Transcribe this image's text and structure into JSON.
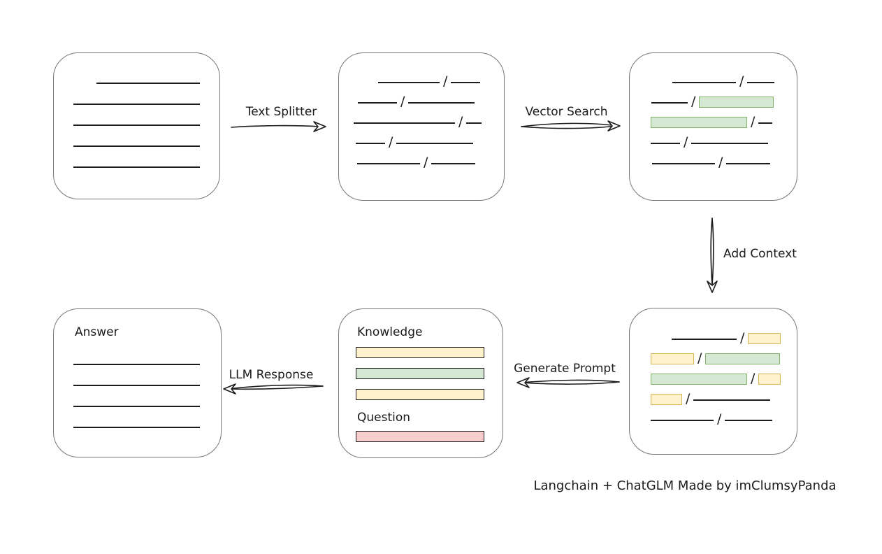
{
  "caption": "Langchain + ChatGLM Made by imClumsyPanda",
  "slash": "/",
  "arrows": {
    "text_splitter": "Text Splitter",
    "vector_search": "Vector Search",
    "add_context": "Add Context",
    "generate_prompt": "Generate Prompt",
    "llm_response": "LLM Response"
  },
  "colors": {
    "line": "#1c1c1c",
    "box_stroke": "#777777",
    "green_fill": "#d5e8d4",
    "green_stroke": "#82b366",
    "yellow_fill": "#fff2cc",
    "yellow_stroke": "#d6b656",
    "red_fill": "#f8cecc",
    "red_stroke": "#b85450"
  },
  "boxes": {
    "document": {
      "rows": [
        {
          "indent": 33,
          "segs": [
            [
              "line",
              148
            ]
          ]
        },
        {
          "indent": 0,
          "segs": [
            [
              "line",
              181
            ]
          ]
        },
        {
          "indent": 0,
          "segs": [
            [
              "line",
              181
            ]
          ]
        },
        {
          "indent": 0,
          "segs": [
            [
              "line",
              181
            ]
          ]
        },
        {
          "indent": 0,
          "segs": [
            [
              "line",
              181
            ]
          ]
        }
      ]
    },
    "chunks": {
      "rows": [
        {
          "indent": 36,
          "segs": [
            [
              "line",
              88
            ],
            [
              "slash"
            ],
            [
              "line",
              42
            ]
          ]
        },
        {
          "indent": 7,
          "segs": [
            [
              "line",
              56
            ],
            [
              "slash"
            ],
            [
              "line",
              95
            ]
          ]
        },
        {
          "indent": 1,
          "segs": [
            [
              "line",
              145
            ],
            [
              "slash"
            ],
            [
              "line",
              22
            ]
          ]
        },
        {
          "indent": 4,
          "segs": [
            [
              "line",
              42
            ],
            [
              "slash"
            ],
            [
              "line",
              110
            ]
          ]
        },
        {
          "indent": 6,
          "segs": [
            [
              "line",
              90
            ],
            [
              "slash"
            ],
            [
              "line",
              63
            ]
          ]
        }
      ]
    },
    "retrieved_chunks": {
      "rows": [
        {
          "indent": 41,
          "segs": [
            [
              "line",
              91
            ],
            [
              "slash"
            ],
            [
              "line",
              39
            ]
          ]
        },
        {
          "indent": 11,
          "segs": [
            [
              "line",
              52
            ],
            [
              "slash"
            ],
            [
              "green",
              107
            ]
          ]
        },
        {
          "indent": 10,
          "segs": [
            [
              "green",
              138
            ],
            [
              "slash"
            ],
            [
              "line",
              20
            ]
          ]
        },
        {
          "indent": 10,
          "segs": [
            [
              "line",
              42
            ],
            [
              "slash"
            ],
            [
              "line",
              110
            ]
          ]
        },
        {
          "indent": 12,
          "segs": [
            [
              "line",
              90
            ],
            [
              "slash"
            ],
            [
              "line",
              63
            ]
          ]
        }
      ]
    },
    "context": {
      "rows": [
        {
          "indent": 40,
          "segs": [
            [
              "line",
              93
            ],
            [
              "slash"
            ],
            [
              "yellow",
              47
            ]
          ]
        },
        {
          "indent": 10,
          "segs": [
            [
              "yellow",
              62
            ],
            [
              "slash"
            ],
            [
              "green",
              107
            ]
          ]
        },
        {
          "indent": 10,
          "segs": [
            [
              "green",
              138
            ],
            [
              "slash"
            ],
            [
              "yellow",
              32
            ]
          ]
        },
        {
          "indent": 10,
          "segs": [
            [
              "yellow",
              45
            ],
            [
              "slash"
            ],
            [
              "line",
              110
            ]
          ]
        },
        {
          "indent": 10,
          "segs": [
            [
              "line",
              90
            ],
            [
              "slash"
            ],
            [
              "line",
              68
            ]
          ]
        }
      ]
    },
    "prompt": {
      "knowledge_label": "Knowledge",
      "knowledge_bars": [
        "yellow",
        "green",
        "yellow"
      ],
      "question_label": "Question",
      "question_bars": [
        "red"
      ]
    },
    "answer": {
      "label": "Answer",
      "rows": [
        {
          "indent": 0,
          "segs": [
            [
              "line",
              181
            ]
          ]
        },
        {
          "indent": 0,
          "segs": [
            [
              "line",
              181
            ]
          ]
        },
        {
          "indent": 0,
          "segs": [
            [
              "line",
              181
            ]
          ]
        },
        {
          "indent": 0,
          "segs": [
            [
              "line",
              181
            ]
          ]
        }
      ]
    }
  }
}
